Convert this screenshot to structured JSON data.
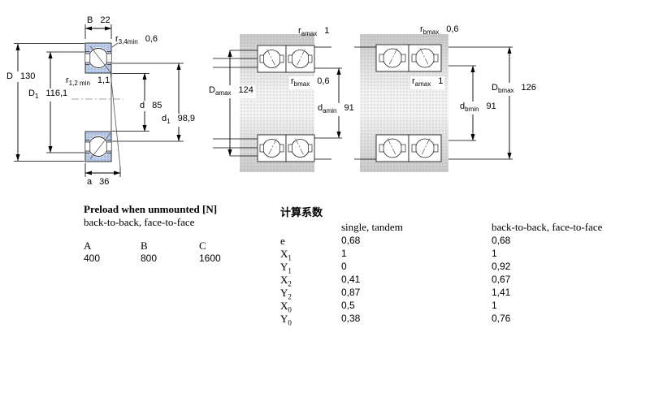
{
  "drawings": {
    "main": {
      "B": {
        "sym": "B",
        "val": "22"
      },
      "r34": {
        "sym": "r",
        "sub": "3,4min",
        "val": "0,6"
      },
      "D": {
        "sym": "D",
        "val": "130"
      },
      "r12": {
        "sym": "r",
        "sub": "1,2 min",
        "val": "1,1"
      },
      "D1": {
        "sym": "D",
        "sub": "1",
        "val": "116,1"
      },
      "d": {
        "sym": "d",
        "val": "85"
      },
      "d1": {
        "sym": "d",
        "sub": "1",
        "val": "98,9"
      },
      "a": {
        "sym": "a",
        "val": "36"
      }
    },
    "mounted_a": {
      "ramax": {
        "sym": "r",
        "sub": "amax",
        "val": "1"
      },
      "Damax": {
        "sym": "D",
        "sub": "amax",
        "val": "124"
      },
      "rbmax": {
        "sym": "r",
        "sub": "bmax",
        "val": "0,6"
      },
      "damin": {
        "sym": "d",
        "sub": "amin",
        "val": "91"
      }
    },
    "mounted_b": {
      "rbmax": {
        "sym": "r",
        "sub": "bmax",
        "val": "0,6"
      },
      "ramax": {
        "sym": "r",
        "sub": "amax",
        "val": "1"
      },
      "dbmin": {
        "sym": "d",
        "sub": "bmin",
        "val": "91"
      },
      "Dbmax": {
        "sym": "D",
        "sub": "bmax",
        "val": "126"
      }
    }
  },
  "preload": {
    "title": "Preload when unmounted [N]",
    "subtitle": "back-to-back, face-to-face",
    "columns": [
      "A",
      "B",
      "C"
    ],
    "values": [
      "400",
      "800",
      "1600"
    ]
  },
  "factors": {
    "title": "计算系数",
    "col1_header": "single, tandem",
    "col2_header": "back-to-back, face-to-face",
    "rows": [
      {
        "sym": "e",
        "sub": "",
        "v1": "0,68",
        "v2": "0,68"
      },
      {
        "sym": "X",
        "sub": "1",
        "v1": "1",
        "v2": "1"
      },
      {
        "sym": "Y",
        "sub": "1",
        "v1": "0",
        "v2": "0,92"
      },
      {
        "sym": "X",
        "sub": "2",
        "v1": "0,41",
        "v2": "0,67"
      },
      {
        "sym": "Y",
        "sub": "2",
        "v1": "0,87",
        "v2": "1,41"
      },
      {
        "sym": "X",
        "sub": "0",
        "v1": "0,5",
        "v2": "1"
      },
      {
        "sym": "Y",
        "sub": "0",
        "v1": "0,38",
        "v2": "0,76"
      }
    ]
  },
  "colors": {
    "ring_blue": "#b9cbe8",
    "steel_gray": "#d9d9d9"
  }
}
